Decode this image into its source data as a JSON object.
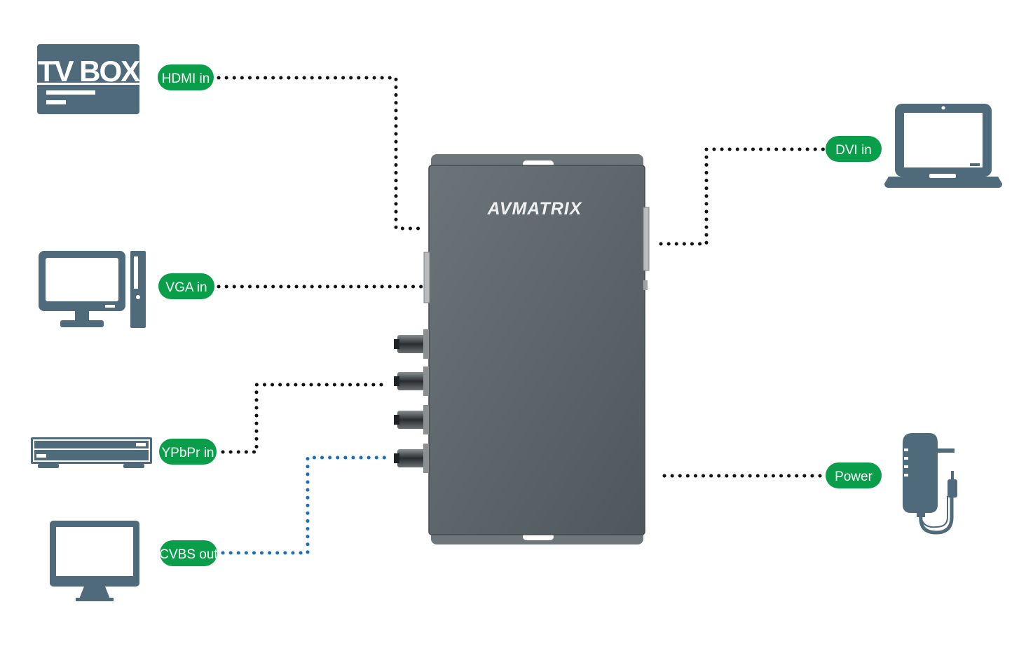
{
  "device": {
    "brand": "AVMATRIX",
    "body_color": "#5e676c",
    "accent_color": "#c0392b"
  },
  "devices": {
    "tv_box": {
      "label": "TV BOX",
      "icon": "tv-box-icon"
    },
    "monitor_pc": {
      "icon": "desktop-computer-icon"
    },
    "dvd_player": {
      "icon": "dvd-player-icon"
    },
    "monitor": {
      "icon": "monitor-icon"
    },
    "laptop": {
      "icon": "laptop-icon"
    },
    "power_adapter": {
      "icon": "power-adapter-icon"
    }
  },
  "ports": {
    "hdmi": "HDMI in",
    "vga": "VGA in",
    "ypbpr": "YPbPr in",
    "cvbs": "CVBS out",
    "dvi": "DVI in",
    "power": "Power"
  },
  "colors": {
    "icon": "#4f6b7b",
    "pill": "#0a9e4a",
    "input_line": "#111111",
    "output_line": "#1a6fc4"
  }
}
